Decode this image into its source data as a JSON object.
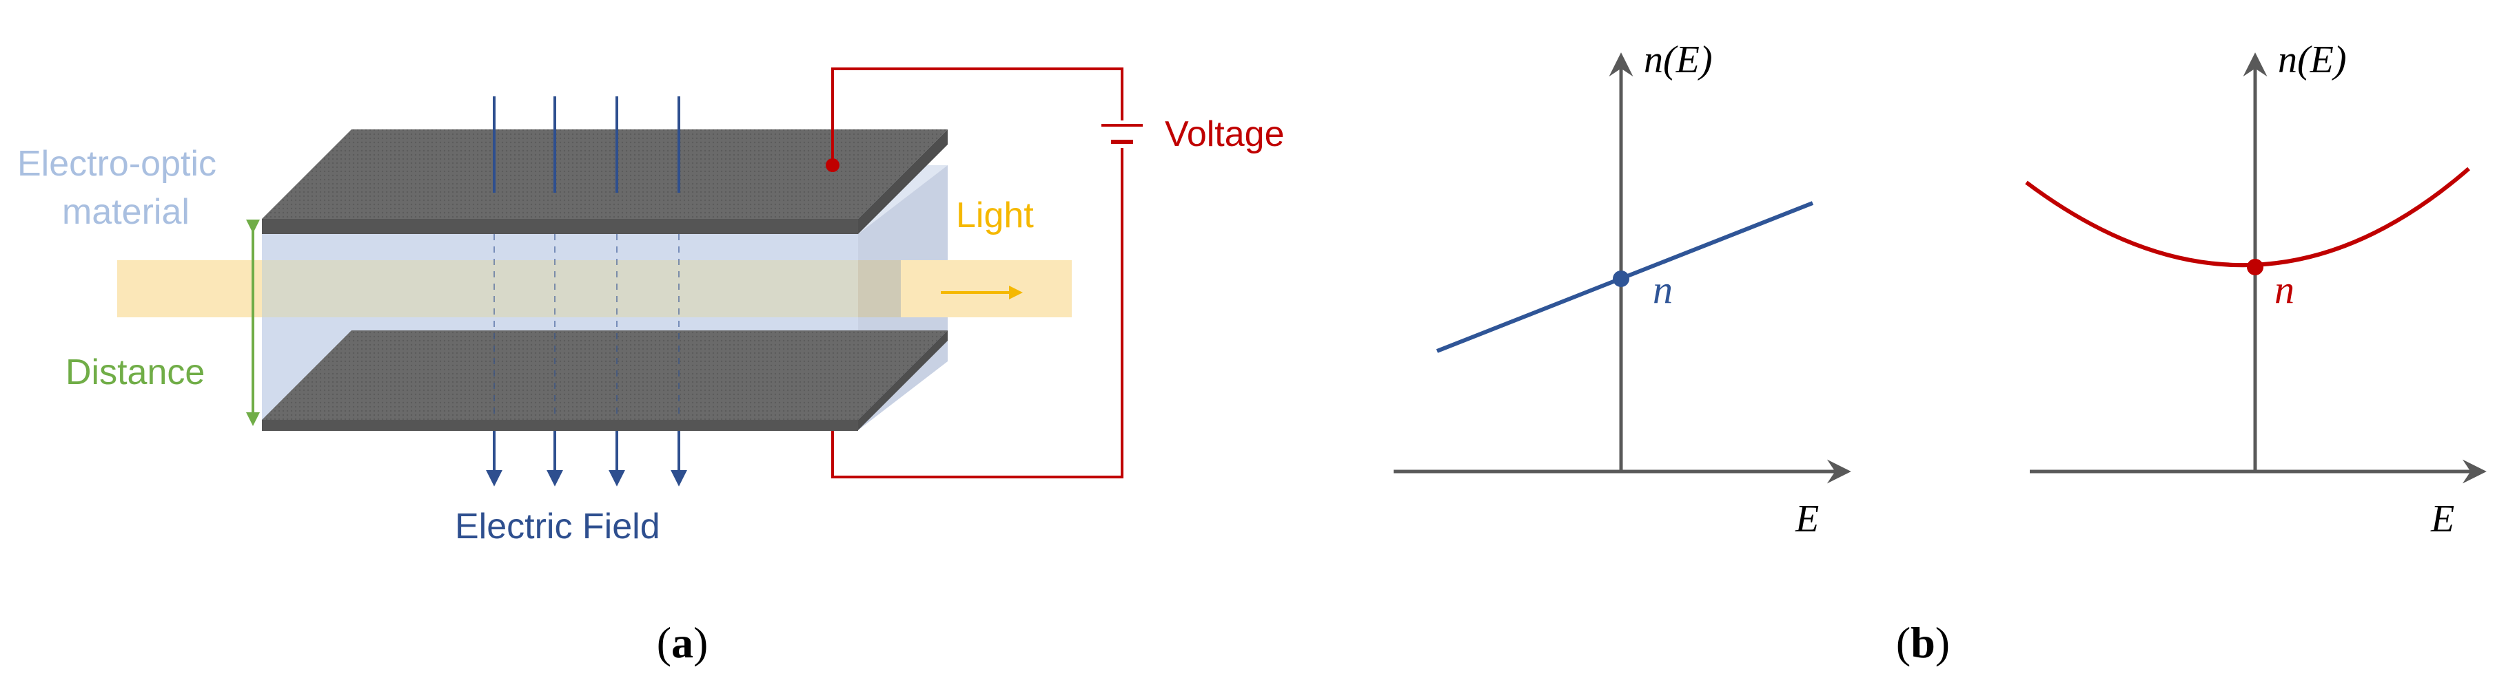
{
  "panel_a": {
    "label_material": [
      "Electro-optic",
      "material"
    ],
    "label_light": "Light",
    "label_voltage": "Voltage",
    "label_distance": "Distance",
    "label_field": "Electric Field",
    "caption": "a"
  },
  "panel_b": {
    "caption": "b",
    "left": {
      "y_axis": "n(E)",
      "x_axis": "E",
      "point": "n"
    },
    "right": {
      "y_axis": "n(E)",
      "x_axis": "E",
      "point": "n"
    }
  },
  "colors": {
    "plate": "#666666",
    "plate_top": "#6f6f6f",
    "material": "#c8d4ea",
    "light": "#fbe7b8",
    "light_text": "#f5b800",
    "voltage": "#c00000",
    "field": "#2e4f8f",
    "distance": "#70ad47",
    "material_text": "#a9bfe0",
    "axis": "#595959",
    "linear": "#2f5597",
    "quadratic": "#c00000"
  }
}
